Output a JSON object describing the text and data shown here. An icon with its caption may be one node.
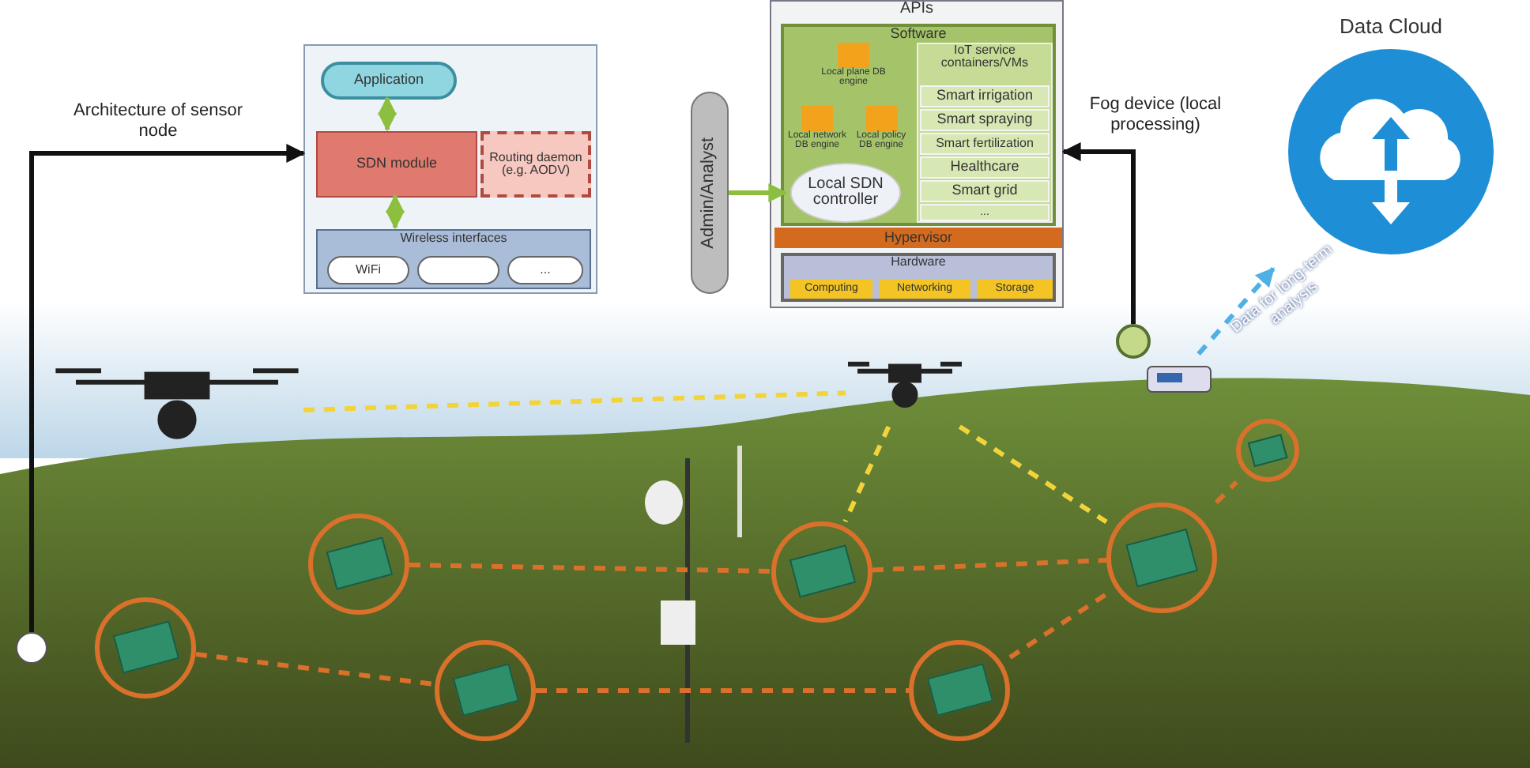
{
  "diagram": {
    "nodes": [
      {
        "text": [],
        "shape": "box"
      },
      {
        "text": [
          "Application"
        ],
        "in": 0
      },
      {
        "text": [
          "SDN module"
        ],
        "in": 0
      },
      {
        "text": [
          "Routing daemon (e.g. AODV)"
        ],
        "in": 0
      },
      {
        "text": [
          "Wireless interfaces"
        ],
        "in": 0
      },
      {
        "text": [
          "WiFi"
        ],
        "in": 4
      },
      {
        "text": [],
        "shape": "box",
        "in": 4
      },
      {
        "text": [
          "..."
        ],
        "in": 4
      },
      {
        "text": [
          "APIs"
        ]
      },
      {
        "text": [
          "Software"
        ],
        "in": 8
      },
      {
        "text": [
          "Local plane DB engine"
        ],
        "in": 9
      },
      {
        "text": [
          "Local network DB engine"
        ],
        "in": 9
      },
      {
        "text": [
          "Local policy DB engine"
        ],
        "in": 9
      },
      {
        "text": [
          "Local SDN controller"
        ],
        "in": 9
      },
      {
        "text": [
          "IoT service containers/VMs"
        ],
        "in": 9
      },
      {
        "text": [
          "Smart irrigation"
        ],
        "in": 14
      },
      {
        "text": [
          "Smart spraying"
        ],
        "in": 14
      },
      {
        "text": [
          "Smart fertilization"
        ],
        "in": 14
      },
      {
        "text": [
          "Healthcare"
        ],
        "in": 14
      },
      {
        "text": [
          "Smart grid"
        ],
        "in": 14
      },
      {
        "text": [
          "..."
        ],
        "in": 14
      },
      {
        "text": [
          "Hypervisor"
        ],
        "in": 8
      },
      {
        "text": [
          "Hardware"
        ],
        "in": 8
      },
      {
        "text": [
          "Computing"
        ],
        "in": 22
      },
      {
        "text": [
          "Networking"
        ],
        "in": 22
      },
      {
        "text": [
          "Storage"
        ],
        "in": 22
      },
      {
        "text": [
          "Admin/Analyst"
        ]
      },
      {
        "text": [
          "Data Cloud"
        ]
      },
      {
        "text": [],
        "shape": "circle"
      },
      {
        "text": [],
        "shape": "circle"
      },
      {
        "text": [],
        "shape": "picture"
      },
      {
        "text": [],
        "shape": "picture"
      },
      {
        "text": [],
        "shape": "picture"
      },
      {
        "text": [],
        "shape": "circle"
      },
      {
        "text": [],
        "shape": "circle"
      },
      {
        "text": [],
        "shape": "circle"
      },
      {
        "text": [],
        "shape": "circle"
      },
      {
        "text": [],
        "shape": "circle"
      },
      {
        "text": [],
        "shape": "circle"
      },
      {
        "text": [],
        "shape": "circle"
      }
    ],
    "edges": [
      {
        "from": 28,
        "to": 0,
        "arrow": "to",
        "label": "Architecture of sensor node",
        "color": "#111111"
      },
      {
        "from": 29,
        "to": 8,
        "arrow": "to",
        "label": "Fog device (local processing)",
        "color": "#111111"
      },
      {
        "from": 26,
        "to": 13,
        "arrow": "to",
        "color": "#8cbf3f"
      },
      {
        "from": 1,
        "to": 2,
        "arrow": "both",
        "color": "#8cbf3f"
      },
      {
        "from": 2,
        "to": 4,
        "arrow": "both",
        "color": "#8cbf3f"
      },
      {
        "from": 32,
        "to": 27,
        "arrow": "to",
        "label": "Data for long-term analysis",
        "style": "dashed",
        "color": "#4fb0e6"
      },
      {
        "from": 30,
        "to": 31,
        "arrow": "none",
        "style": "dashed",
        "color": "#f2d43a"
      },
      {
        "from": 31,
        "to": 36,
        "arrow": "none",
        "style": "dashed",
        "color": "#f2d43a"
      },
      {
        "from": 31,
        "to": 38,
        "arrow": "none",
        "style": "dashed",
        "color": "#f2d43a"
      },
      {
        "from": 33,
        "to": 35,
        "arrow": "none",
        "style": "dashed",
        "color": "#d9712b"
      },
      {
        "from": 35,
        "to": 37,
        "arrow": "none",
        "style": "dashed",
        "color": "#d9712b"
      },
      {
        "from": 37,
        "to": 38,
        "arrow": "none",
        "style": "dashed",
        "color": "#d9712b"
      },
      {
        "from": 34,
        "to": 36,
        "arrow": "none",
        "style": "dashed",
        "color": "#d9712b"
      },
      {
        "from": 36,
        "to": 38,
        "arrow": "none",
        "style": "dashed",
        "color": "#d9712b"
      },
      {
        "from": 38,
        "to": 39,
        "arrow": "none",
        "style": "dashed",
        "color": "#d9712b"
      }
    ]
  }
}
